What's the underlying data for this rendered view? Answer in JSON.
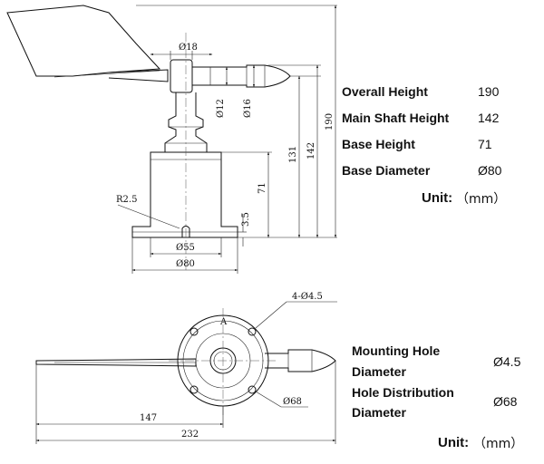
{
  "side_view": {
    "dims": {
      "d18": "Ø18",
      "d12": "Ø12",
      "d16": "Ø16",
      "r25": "R2.5",
      "d55": "Ø55",
      "d80": "Ø80",
      "h35": "3.5",
      "h71": "71",
      "h131": "131",
      "h142": "142",
      "h190": "190"
    },
    "specs": [
      {
        "label": "Overall Height",
        "value": "190"
      },
      {
        "label": "Main Shaft Height",
        "value": "142"
      },
      {
        "label": "Base Height",
        "value": "71"
      },
      {
        "label": "Base Diameter",
        "value": "Ø80"
      }
    ],
    "unit_label": "Unit:",
    "unit_value": "（mm）"
  },
  "top_view": {
    "dims": {
      "holes": "4-Ø4.5",
      "d68": "Ø68",
      "l147": "147",
      "l232": "232",
      "mark_a": "A"
    },
    "specs": [
      {
        "label_line1": "Mounting Hole",
        "label_line2": "Diameter",
        "value": "Ø4.5"
      },
      {
        "label_line1": "Hole Distribution",
        "label_line2": "Diameter",
        "value": "Ø68"
      }
    ],
    "unit_label": "Unit:",
    "unit_value": "（mm）"
  }
}
